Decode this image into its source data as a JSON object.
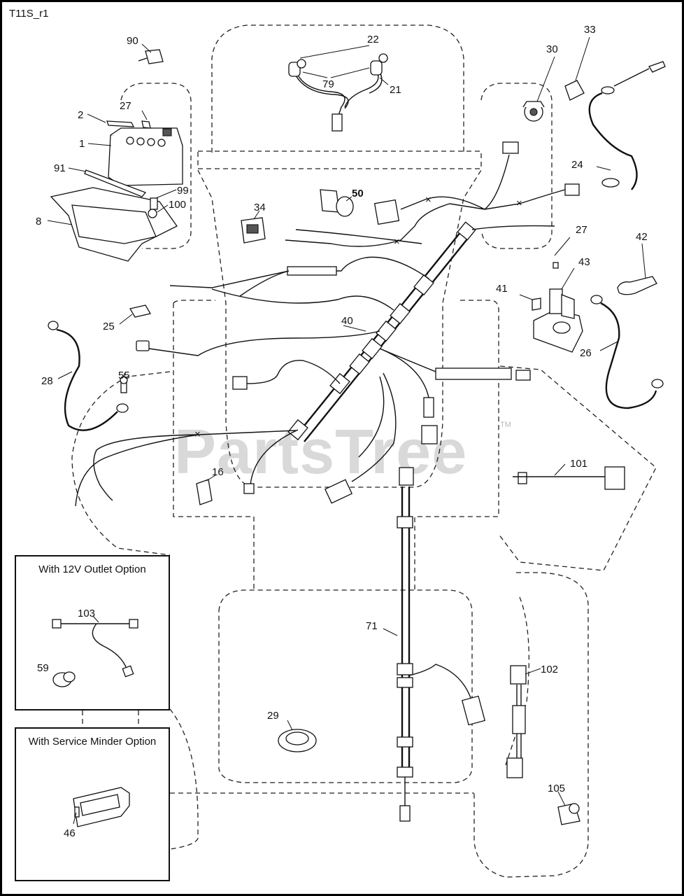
{
  "page_id": "T11S_r1",
  "watermark": {
    "text": "PartsTree",
    "tm": "TM"
  },
  "callouts": [
    "1",
    "2",
    "8",
    "16",
    "21",
    "22",
    "24",
    "25",
    "26",
    "27",
    "27",
    "28",
    "29",
    "30",
    "33",
    "34",
    "40",
    "41",
    "42",
    "43",
    "50",
    "55",
    "71",
    "79",
    "90",
    "91",
    "99",
    "100",
    "101",
    "102",
    "105"
  ],
  "option_12v": {
    "title": "With 12V Outlet Option",
    "callouts": [
      "103",
      "59"
    ]
  },
  "option_service_minder": {
    "title": "With Service Minder Option",
    "callouts": [
      "46"
    ]
  }
}
